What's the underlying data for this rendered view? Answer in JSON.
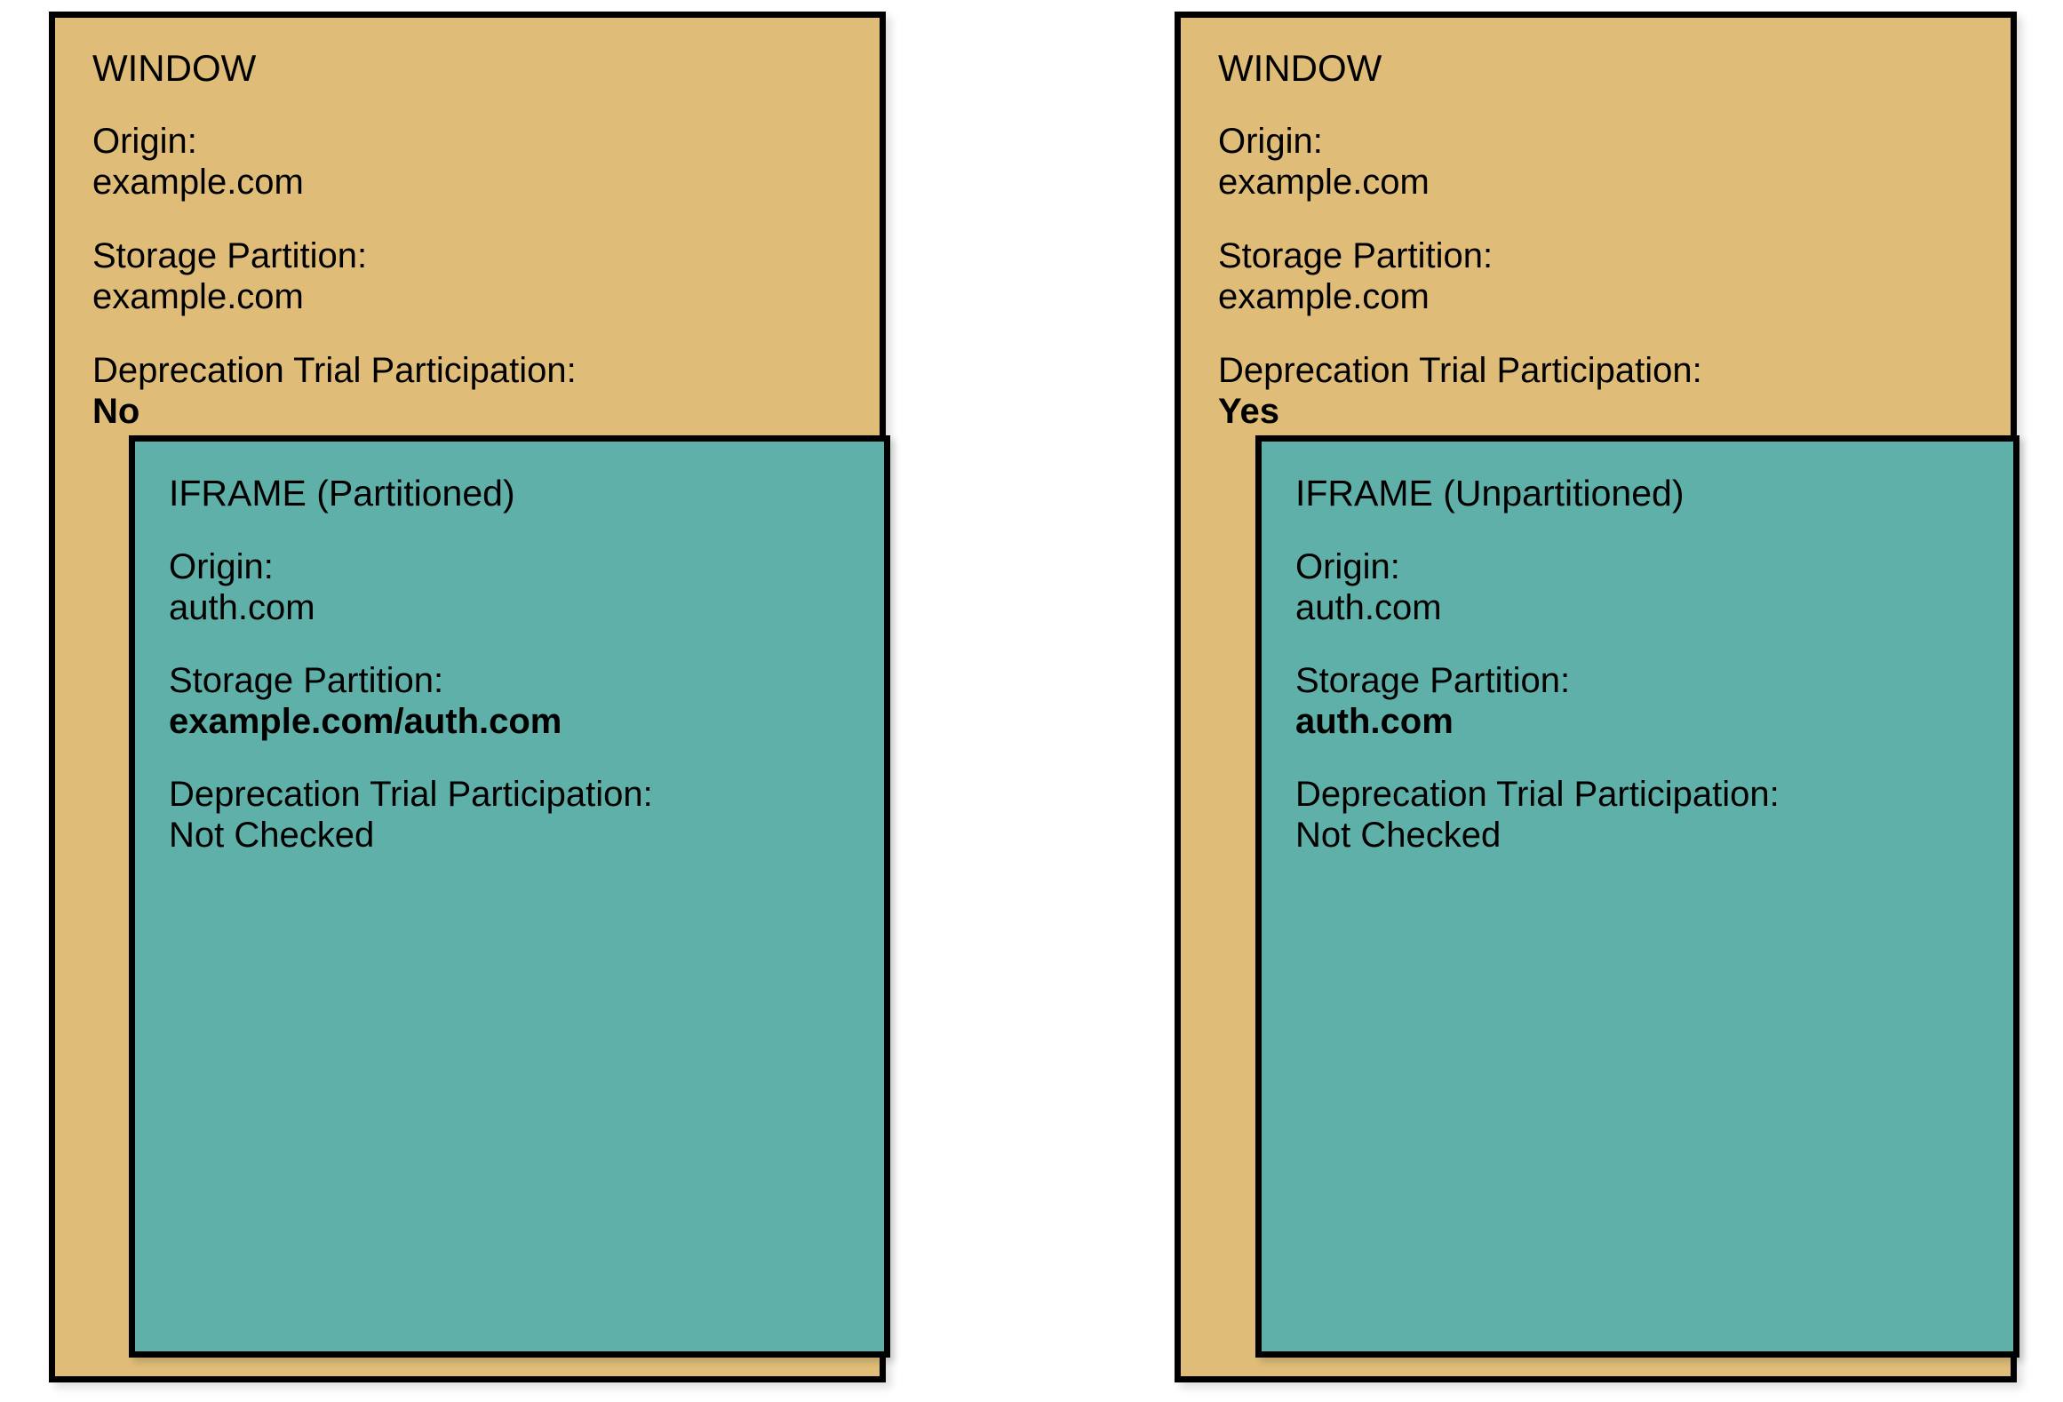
{
  "diagram": {
    "panels": [
      {
        "id": "left",
        "window": {
          "title": "WINDOW",
          "fields": [
            {
              "label": "Origin:",
              "value": "example.com",
              "bold": false
            },
            {
              "label": "Storage Partition:",
              "value": "example.com",
              "bold": false
            },
            {
              "label": "Deprecation Trial Participation:",
              "value": "No",
              "bold": true
            }
          ]
        },
        "iframe": {
          "title": "IFRAME (Partitioned)",
          "fields": [
            {
              "label": "Origin:",
              "value": "auth.com",
              "bold": false
            },
            {
              "label": "Storage Partition:",
              "value": "example.com/auth.com",
              "bold": true
            },
            {
              "label": "Deprecation Trial Participation:",
              "value": "Not Checked",
              "bold": false
            }
          ]
        }
      },
      {
        "id": "right",
        "window": {
          "title": "WINDOW",
          "fields": [
            {
              "label": "Origin:",
              "value": "example.com",
              "bold": false
            },
            {
              "label": "Storage Partition:",
              "value": "example.com",
              "bold": false
            },
            {
              "label": "Deprecation Trial Participation:",
              "value": "Yes",
              "bold": true
            }
          ]
        },
        "iframe": {
          "title": "IFRAME (Unpartitioned)",
          "fields": [
            {
              "label": "Origin:",
              "value": "auth.com",
              "bold": false
            },
            {
              "label": "Storage Partition:",
              "value": "auth.com",
              "bold": true
            },
            {
              "label": "Deprecation Trial Participation:",
              "value": "Not Checked",
              "bold": false
            }
          ]
        }
      }
    ],
    "colors": {
      "window_fill": "#dfbd78",
      "iframe_fill": "#5fb0a8",
      "border": "#000000",
      "text": "#000000",
      "background": "#ffffff"
    }
  }
}
